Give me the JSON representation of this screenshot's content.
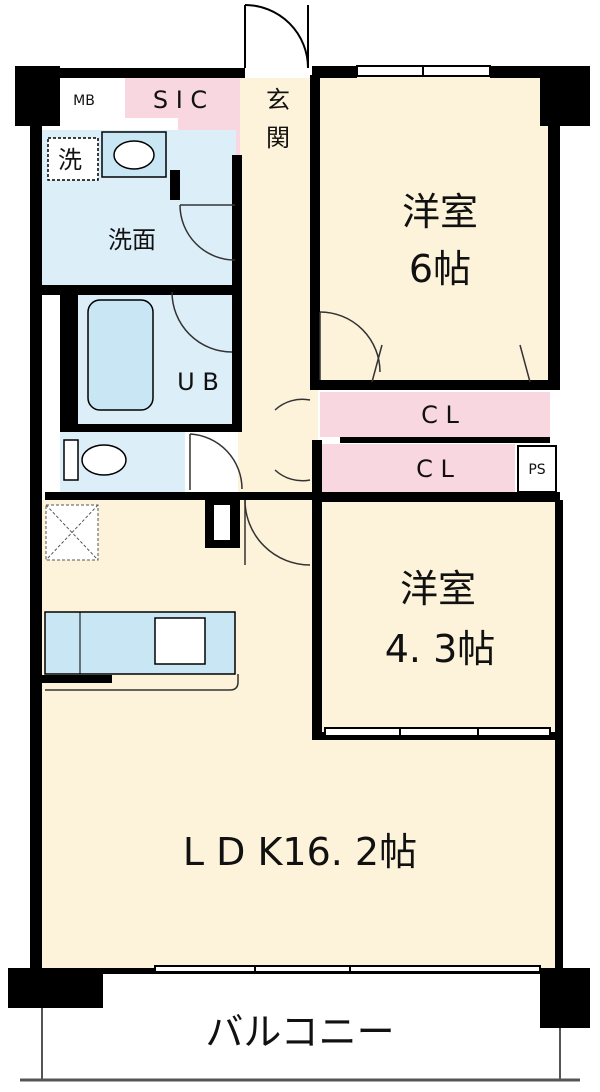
{
  "rooms": {
    "mb": "MB",
    "sic": "S I C",
    "entrance_1": "玄",
    "entrance_2": "関",
    "washer": "洗",
    "washroom": "洗面",
    "bath": "U B",
    "western_1_name": "洋室",
    "western_1_size": "6帖",
    "closet_upper": "C L",
    "closet_lower": "C L",
    "ps": "PS",
    "western_2_name": "洋室",
    "western_2_size": "4. 3帖",
    "ldk": "L D K16. 2帖",
    "balcony": "バルコニー"
  },
  "colors": {
    "wall": "#000000",
    "western_room_fill": "#fcf3da",
    "ldk_fill": "#fcf3da",
    "wet_area_fill": "#dceef8",
    "closet_fill": "#f8d7e0",
    "corridor_fill": "#fcf3da",
    "fixture_fill": "#c9e6f5"
  }
}
